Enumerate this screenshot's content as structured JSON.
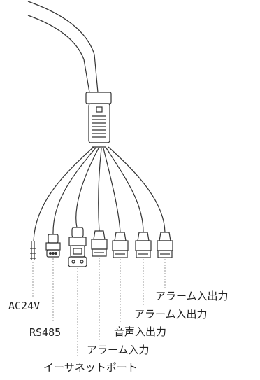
{
  "labels": {
    "ac24v": "AC24V",
    "rs485": "RS485",
    "ethernet_port": "イーサネットポート",
    "alarm_input": "アラーム入力",
    "audio_io": "音声入出力",
    "alarm_io_1": "アラーム入出力",
    "alarm_io_2": "アラーム入出力"
  },
  "colors": {
    "line": "#333333",
    "leader": "#9a9a9a",
    "text": "#222222"
  }
}
